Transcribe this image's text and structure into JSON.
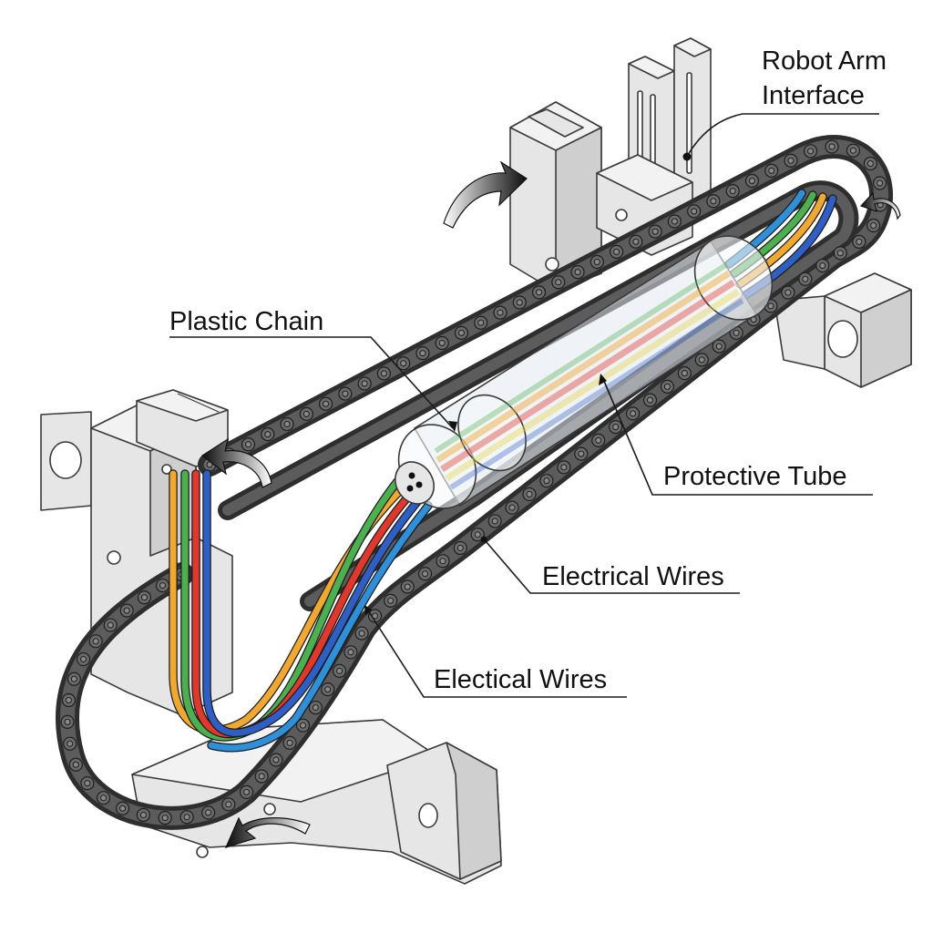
{
  "diagram": {
    "title": "Cable carrier (drag chain) assembly",
    "labels": {
      "robot_arm_interface_line1": "Robot Arm",
      "robot_arm_interface_line2": "Interface",
      "plastic_chain": "Plastic Chain",
      "protective_tube": "Protective Tube",
      "electrical_wires": "Electrical Wires",
      "electical_wires": "Electical Wires"
    },
    "components": [
      {
        "name": "robot-arm-interface",
        "description": "Upper mounting bracket with twin vertical slotted plates"
      },
      {
        "name": "plastic-chain",
        "description": "Looping articulated link chain (cable carrier)"
      },
      {
        "name": "protective-tube",
        "description": "Transparent cylindrical sleeve around wires"
      },
      {
        "name": "electrical-wires",
        "description": "Bundle of colored conductors"
      },
      {
        "name": "left-mount-bracket",
        "description": "Left vertical bracket with wire clamp"
      },
      {
        "name": "base-mount-bracket",
        "description": "Lower base bracket"
      },
      {
        "name": "right-end-bracket",
        "description": "Right end bracket with bore"
      }
    ],
    "wire_colors": {
      "green": "#4caf50",
      "orange": "#f0a830",
      "red": "#e0392b",
      "blue": "#2f5fc4",
      "light_blue": "#2f8fd8"
    },
    "colors": {
      "chain": "#4a4a4a",
      "bracket": "#e6e6e6",
      "outline": "#3a3a3a",
      "arrow": "#111111",
      "label": "#111111"
    },
    "motion_arrows": 4
  }
}
